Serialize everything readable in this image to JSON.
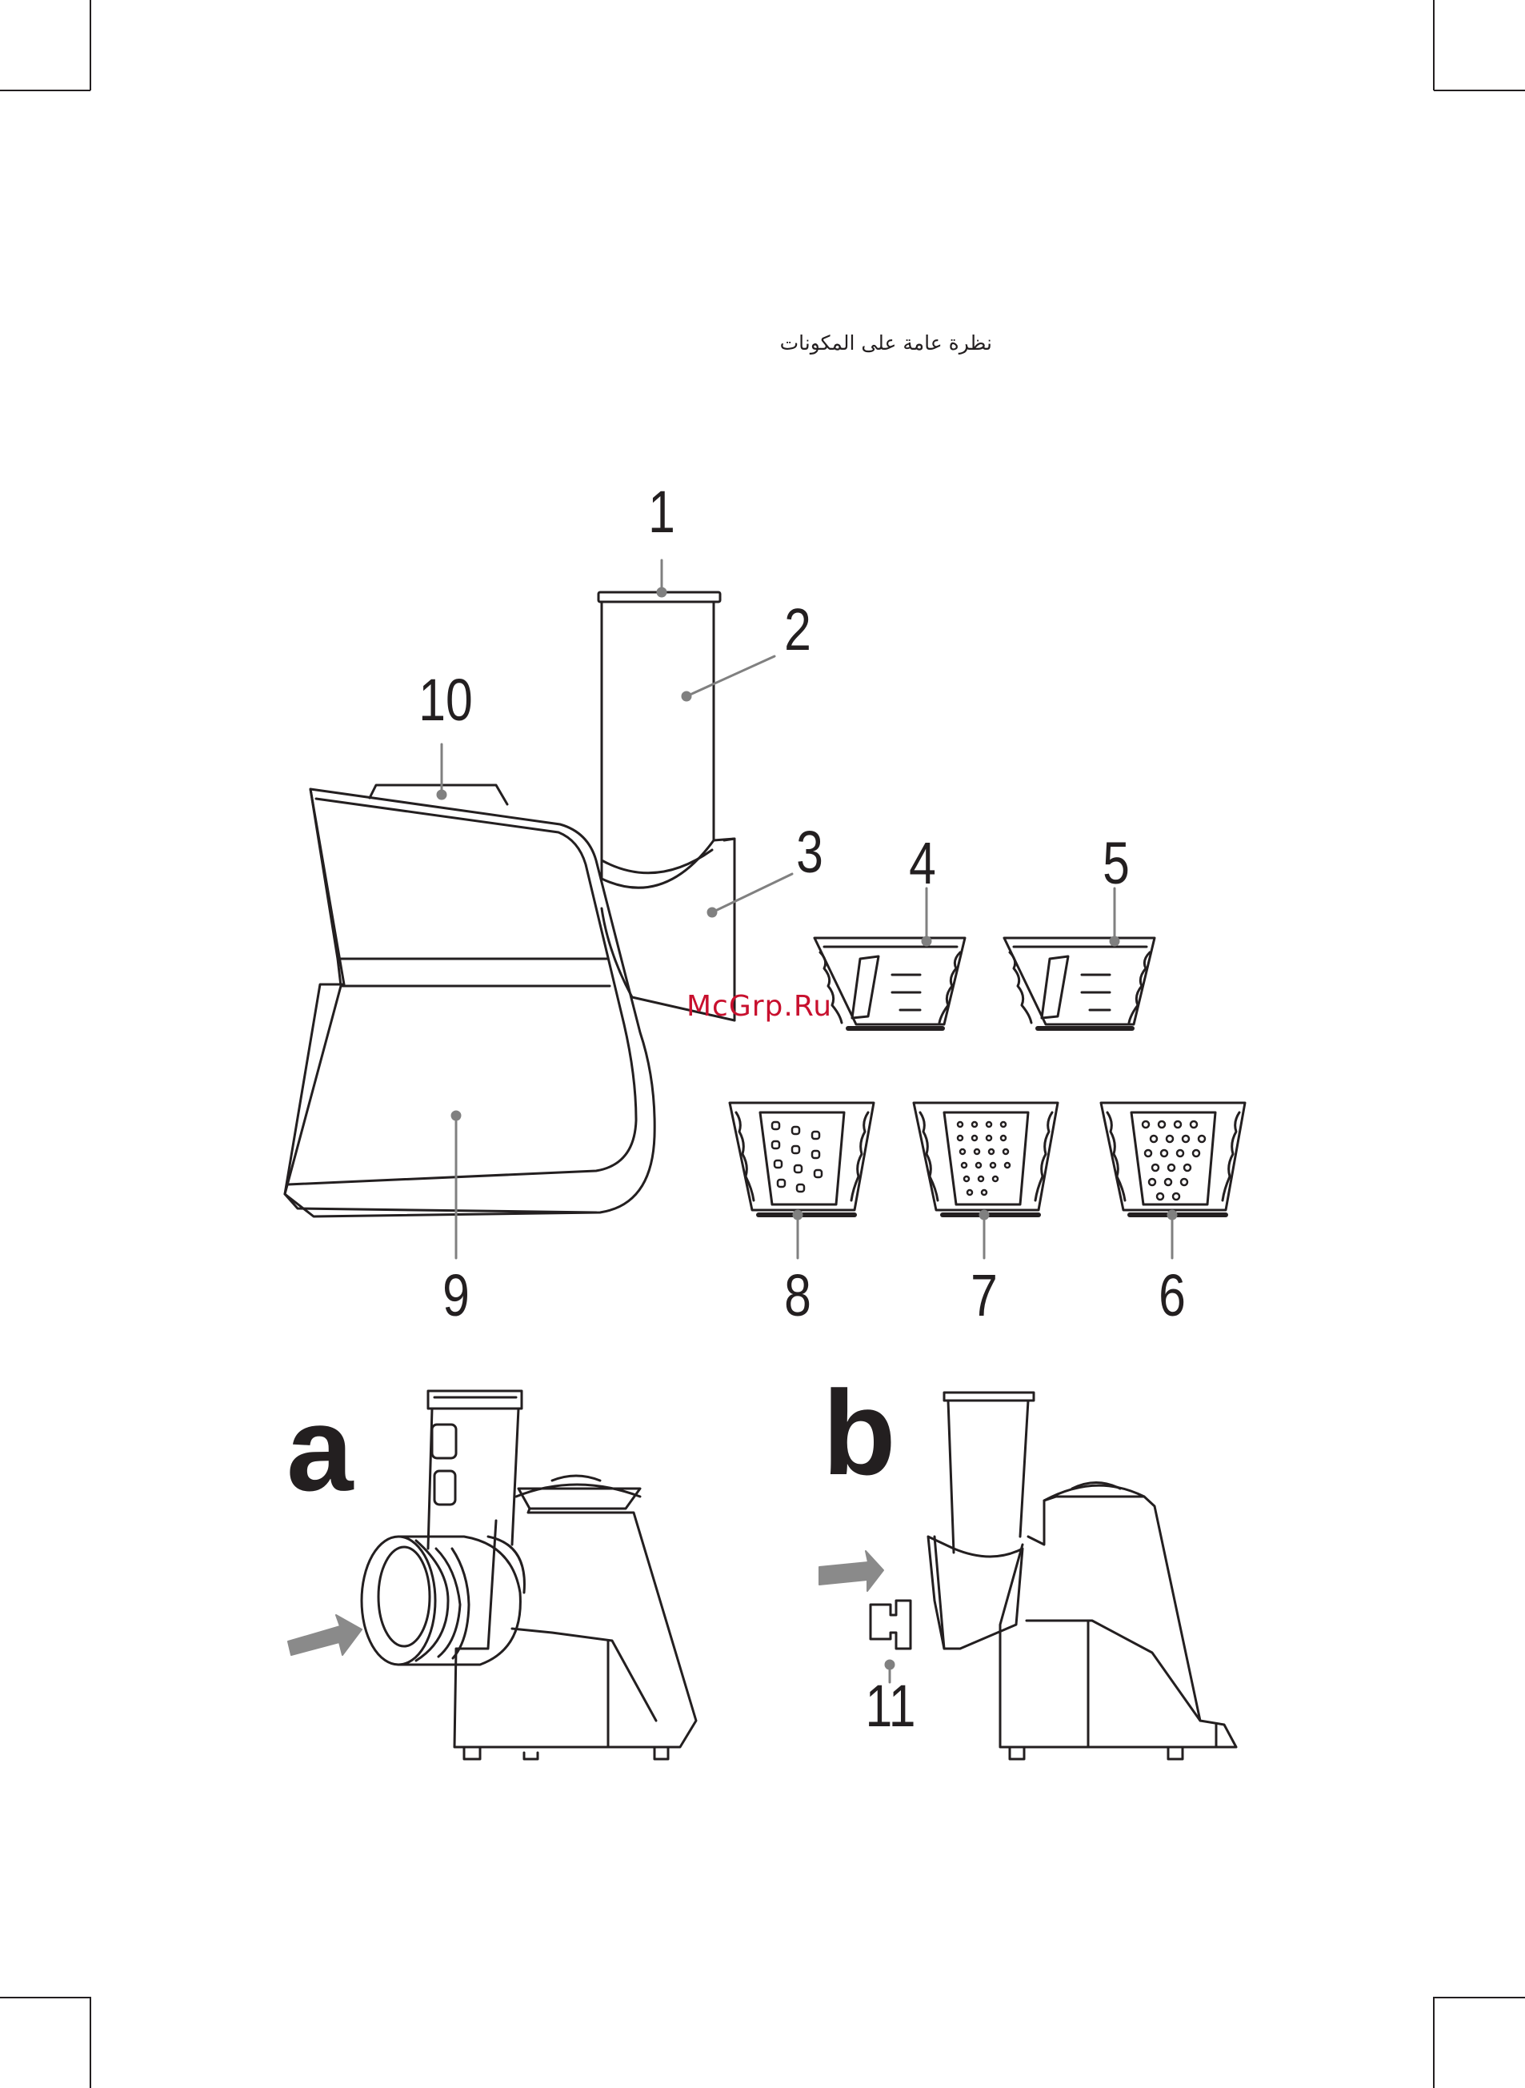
{
  "heading": "نظرة عامة على المكونات",
  "labels": {
    "n1": "1",
    "n2": "2",
    "n3": "3",
    "n4": "4",
    "n5": "5",
    "n6": "6",
    "n7": "7",
    "n8": "8",
    "n9": "9",
    "n10": "10",
    "n11": "11"
  },
  "figures": {
    "a": "a",
    "b": "b"
  },
  "watermark": "McGrp.Ru",
  "colors": {
    "line": "#231f20",
    "leader": "#808080",
    "arrow": "#8a8a8a",
    "watermark": "#c8102e"
  }
}
